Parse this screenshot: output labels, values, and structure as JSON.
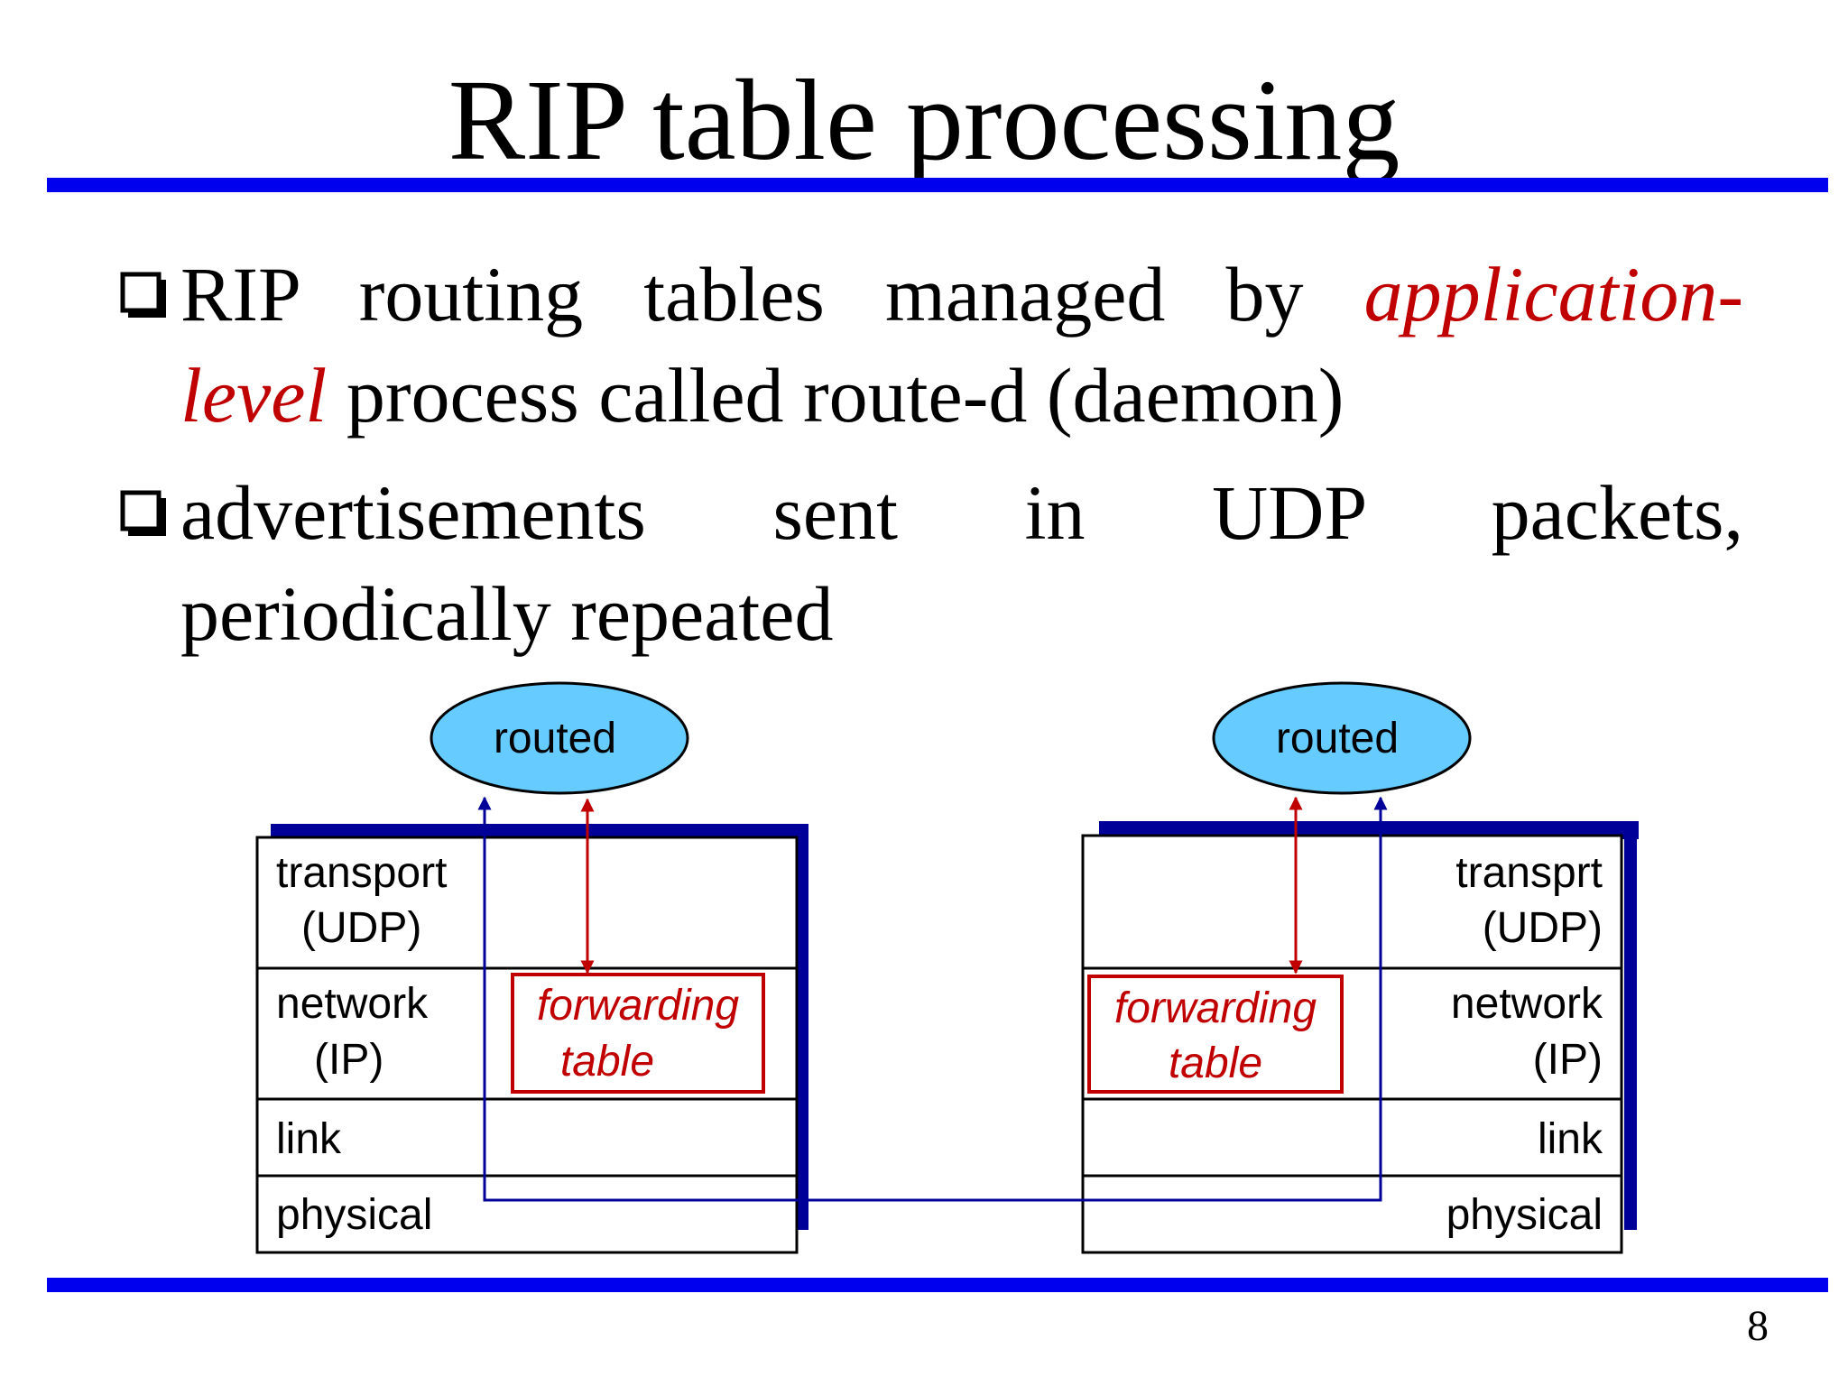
{
  "title": "RIP table processing",
  "bullets": [
    {
      "line1_pre": "RIP routing tables managed by",
      "line1_em": "application-",
      "line2_em": "level",
      "line2_post": "process called route-d (daemon)"
    },
    {
      "line1": "advertisements sent in UDP packets,",
      "line2": "periodically repeated"
    }
  ],
  "diagram": {
    "left_node": {
      "daemon": "routed",
      "layers": {
        "transport_1": "transport",
        "transport_2": "(UDP)",
        "network_1": "network",
        "network_2": "(IP)",
        "link": "link",
        "physical": "physical"
      },
      "table_1": "forwarding",
      "table_2": "table"
    },
    "right_node": {
      "daemon": "routed",
      "layers": {
        "transport_1": "transprt",
        "transport_2": "(UDP)",
        "network_1": "network",
        "network_2": "(IP)",
        "link": "link",
        "physical": "physical"
      },
      "table_1": "forwarding",
      "table_2": "table"
    }
  },
  "page_number": "8",
  "colors": {
    "rule": "#0000ee",
    "shadow": "#000099",
    "ellipse_fill": "#66ccff",
    "red_accent": "#c00000",
    "link_line": "#000099"
  },
  "icons": [
    "checkbox-bullet-icon"
  ]
}
